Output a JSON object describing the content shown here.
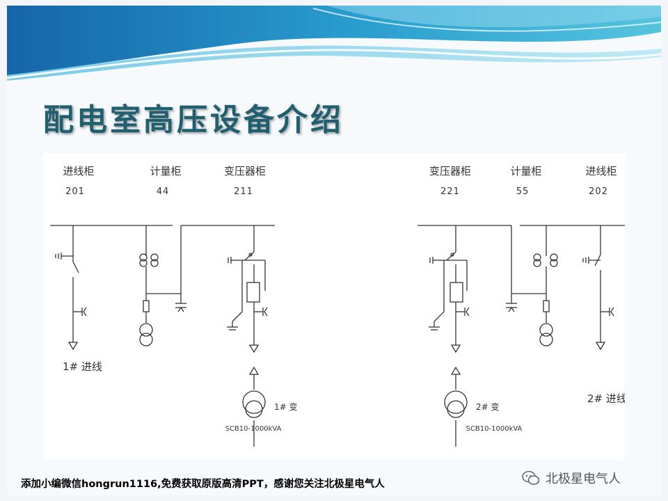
{
  "slide": {
    "title": "配电室高压设备介绍",
    "footer": "添加小编微信hongrun1116,免费获取原版高清PPT，感谢您关注北极星电气人",
    "brand": {
      "name": "北极星电气人",
      "icon": "wechat-icon"
    }
  },
  "diagram": {
    "cabinets": [
      {
        "name": "进线柜",
        "number": "201"
      },
      {
        "name": "计量柜",
        "number": "44"
      },
      {
        "name": "变压器柜",
        "number": "211"
      },
      {
        "name": "变压器柜",
        "number": "221"
      },
      {
        "name": "计量柜",
        "number": "55"
      },
      {
        "name": "进线柜",
        "number": "202"
      }
    ],
    "incoming_feeders": [
      "1# 进线",
      "2# 进线"
    ],
    "transformers": [
      {
        "label": "1# 变",
        "spec": "SCB10-1000kVA"
      },
      {
        "label": "2# 变",
        "spec": "SCB10-1000kVA"
      }
    ]
  }
}
